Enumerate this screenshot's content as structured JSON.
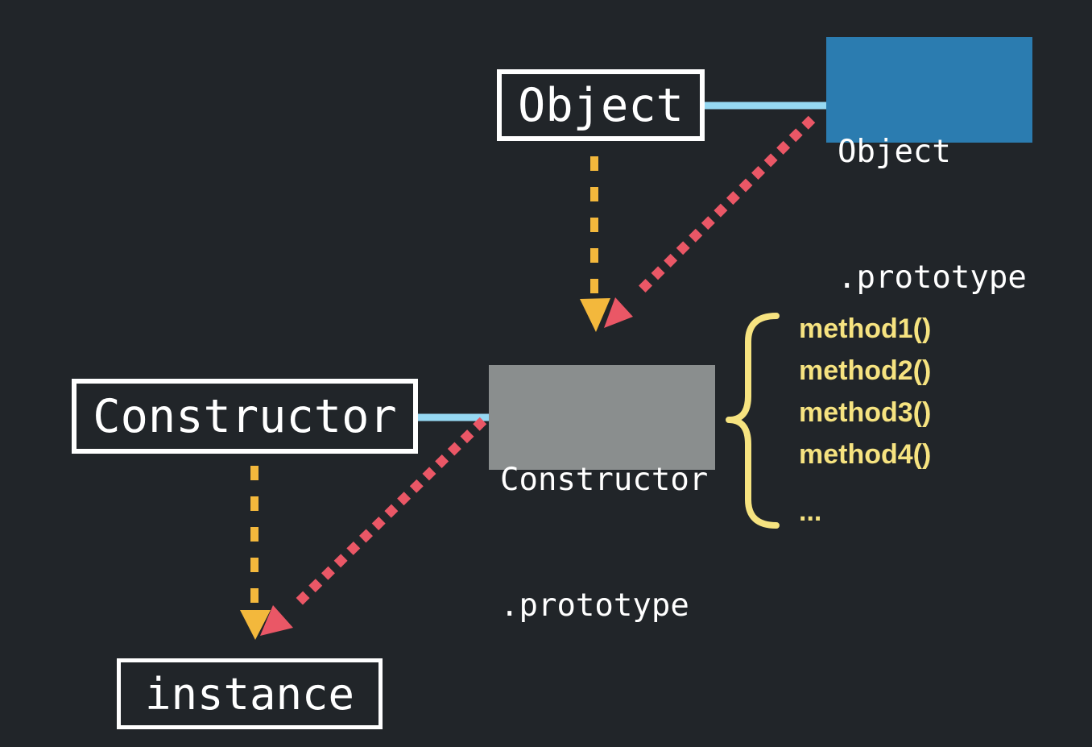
{
  "diagram": {
    "title": "JavaScript prototype chain diagram",
    "nodes": {
      "object": {
        "label": "Object"
      },
      "object_prototype": {
        "line1": "Object",
        "line2": ".prototype"
      },
      "constructor": {
        "label": "Constructor"
      },
      "constructor_prototype": {
        "line1": "Constructor",
        "line2": ".prototype"
      },
      "instance": {
        "label": "instance"
      }
    },
    "methods": {
      "items": [
        "method1()",
        "method2()",
        "method3()",
        "method4()",
        "..."
      ]
    },
    "colors": {
      "background": "#212529",
      "box_border": "#ffffff",
      "box_text": "#ffffff",
      "object_prototype_bg": "#2b7cb0",
      "constructor_prototype_bg": "#8a8e8e",
      "prototype_link_line": "#96d8f2",
      "dashed_chain_arrow": "#f3b83c",
      "dotted_proto_arrow": "#ea5766",
      "methods_text": "#f6e380",
      "brace": "#f6e380"
    }
  }
}
